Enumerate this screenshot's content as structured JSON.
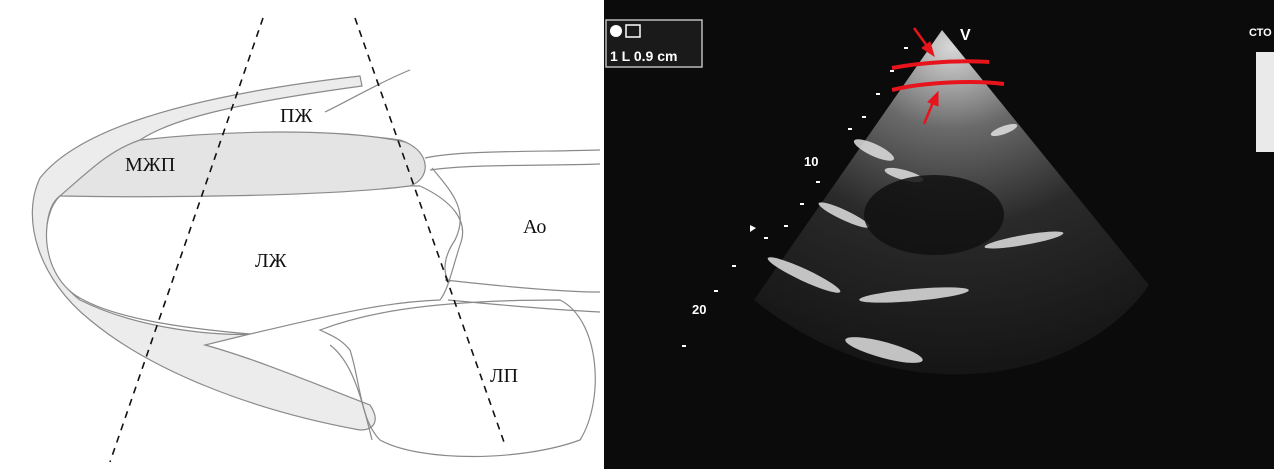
{
  "diagram": {
    "labels": {
      "rv": "ПЖ",
      "ivs": "МЖП",
      "lv": "ЛЖ",
      "ao": "Ао",
      "la": "ЛП"
    },
    "colors": {
      "myocardium": "#ececec",
      "outline": "#8a8a8a",
      "scan_line": "#111111"
    }
  },
  "echo": {
    "depth_readout": "1 L  0.9 cm",
    "probe_marker": "V",
    "corner_text": "СТО",
    "depth_ticks": [
      "10",
      "20"
    ],
    "colors": {
      "caliper": "#e8141c",
      "background": "#0b0b0b"
    }
  }
}
